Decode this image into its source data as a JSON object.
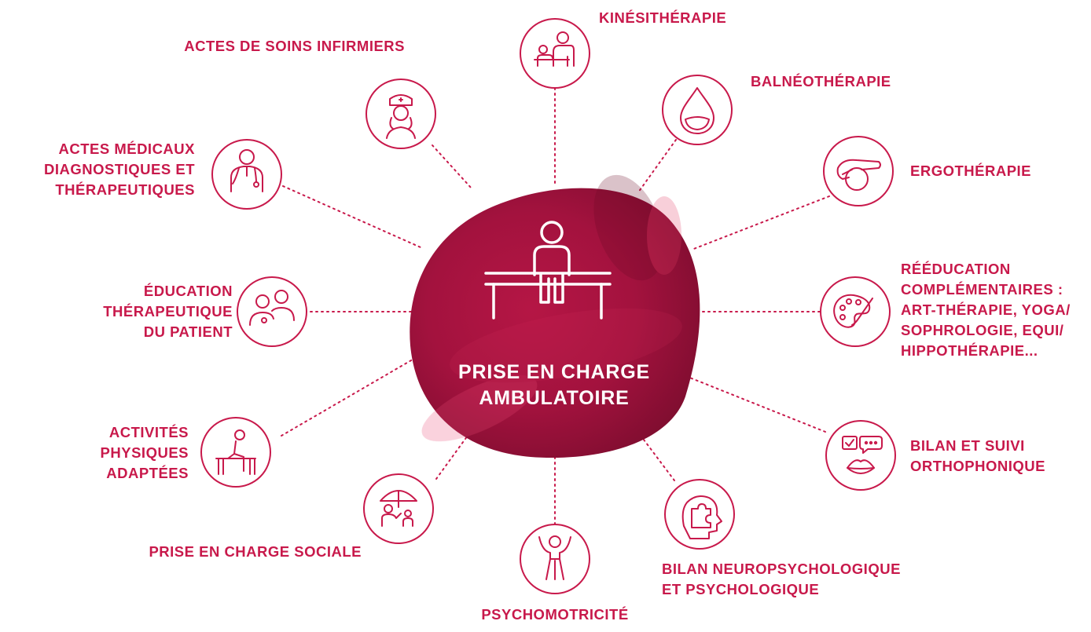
{
  "colors": {
    "accent": "#c8194b",
    "center_dark": "#8e0f35",
    "background": "#ffffff"
  },
  "center": {
    "title": "PRISE EN CHARGE\nAMBULATOIRE",
    "icon": "patient-on-bench-icon"
  },
  "services": [
    {
      "id": "kinesitherapie",
      "label": "KINÉSITHÉRAPIE",
      "icon": "physiotherapy-icon"
    },
    {
      "id": "balneotherapie",
      "label": "BALNÉOTHÉRAPIE",
      "icon": "water-drop-icon"
    },
    {
      "id": "ergotherapie",
      "label": "ERGOTHÉRAPIE",
      "icon": "hand-ball-icon"
    },
    {
      "id": "reeducation",
      "label": "RÉÉDUCATION\nCOMPLÉMENTAIRES :\nART-THÉRAPIE, YOGA/\nSOPHROLOGIE, EQUI/\nHIPPOTHÉRAPIE...",
      "icon": "palette-brush-icon"
    },
    {
      "id": "orthophonie",
      "label": "BILAN ET SUIVI\nORTHOPHONIQUE",
      "icon": "speech-lips-icon"
    },
    {
      "id": "neuropsychologie",
      "label": "BILAN NEUROPSYCHOLOGIQUE\nET PSYCHOLOGIQUE",
      "icon": "brain-puzzle-icon"
    },
    {
      "id": "psychomotricite",
      "label": "PSYCHOMOTRICITÉ",
      "icon": "person-arms-up-icon"
    },
    {
      "id": "sociale",
      "label": "PRISE EN CHARGE SOCIALE",
      "icon": "umbrella-family-icon"
    },
    {
      "id": "activites",
      "label": "ACTIVITÉS\nPHYSIQUES\nADAPTÉES",
      "icon": "exercise-bench-icon"
    },
    {
      "id": "education",
      "label": "ÉDUCATION\nTHÉRAPEUTIQUE\nDU PATIENT",
      "icon": "two-people-medical-icon"
    },
    {
      "id": "actes_medicaux",
      "label": "ACTES MÉDICAUX\nDIAGNOSTIQUES ET\nTHÉRAPEUTIQUES",
      "icon": "doctor-stethoscope-icon"
    },
    {
      "id": "soins_infirmiers",
      "label": "ACTES DE SOINS INFIRMIERS",
      "icon": "nurse-icon"
    }
  ]
}
